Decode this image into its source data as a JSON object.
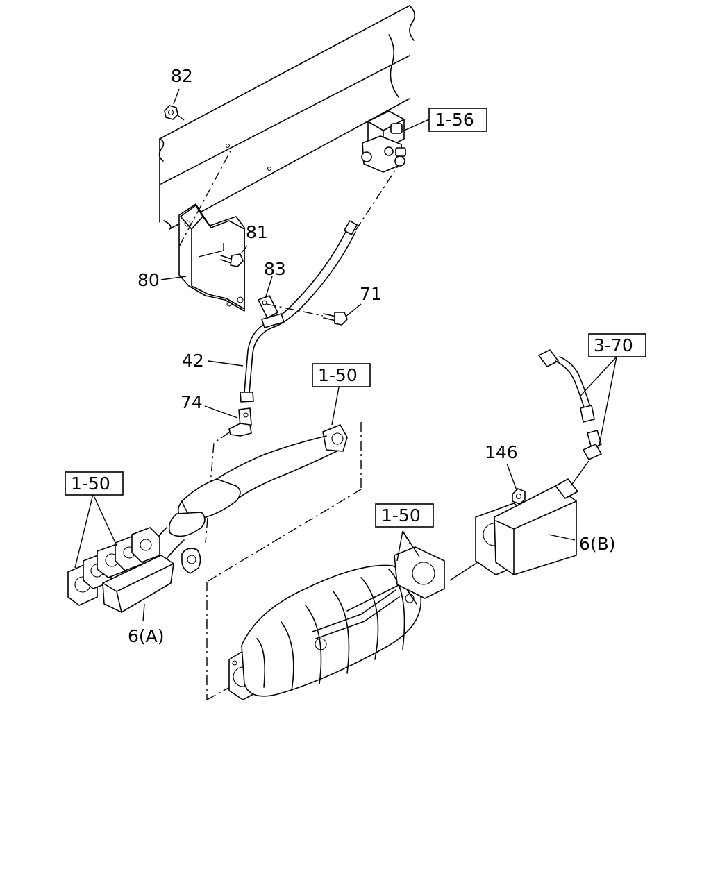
{
  "callouts": {
    "c82": "82",
    "c81": "81",
    "c80": "80",
    "c83": "83",
    "c71": "71",
    "c42": "42",
    "c74": "74",
    "c146": "146",
    "c6a": "6(A)",
    "c6b": "6(B)"
  },
  "references": {
    "r156": "1-56",
    "r150_pipe": "1-50",
    "r150_left": "1-50",
    "r150_dpf": "1-50",
    "r370": "3-70"
  }
}
